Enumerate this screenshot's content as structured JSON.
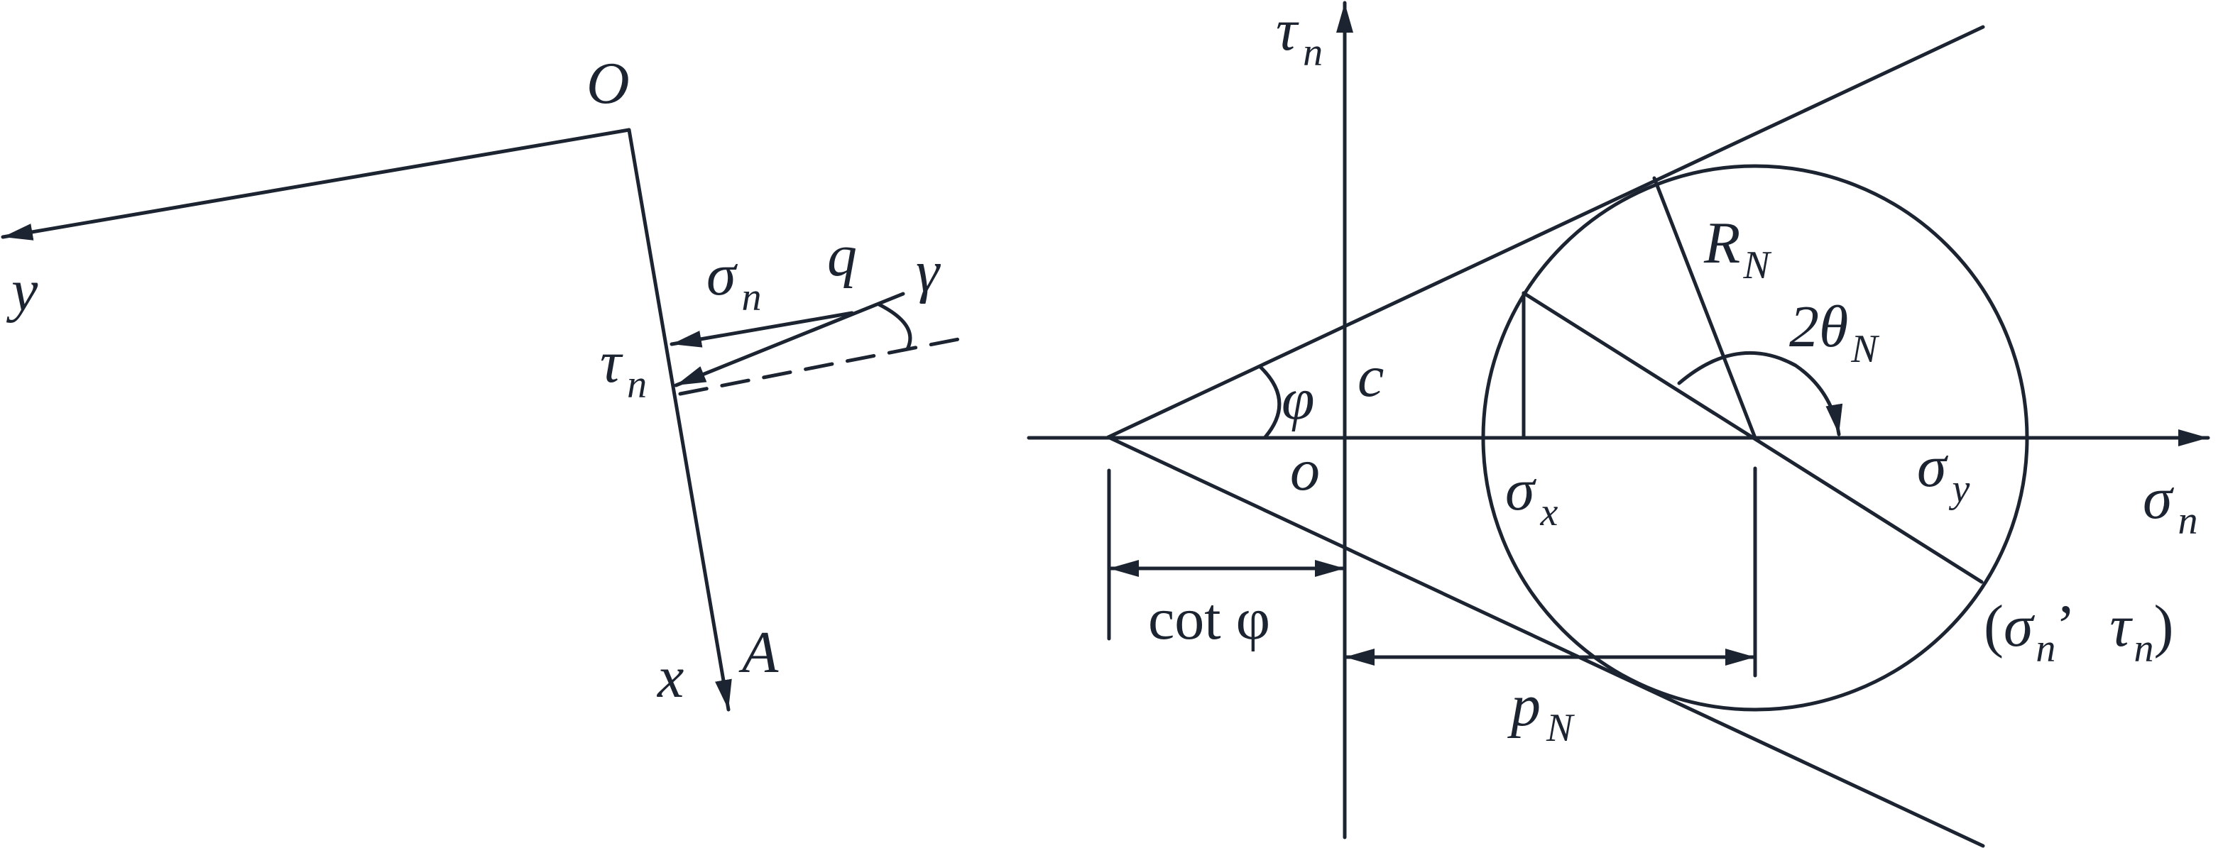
{
  "figure": {
    "left_panel": {
      "origin_label": "O",
      "axis_y_label": "y",
      "axis_x_label": "x",
      "point_a_label": "A",
      "sigma_main": "σ",
      "sigma_sub": "n",
      "tau_main": "τ",
      "tau_sub": "n",
      "q_label": "q",
      "gamma_label": "γ"
    },
    "right_panel": {
      "tau_axis_main": "τ",
      "tau_axis_sub": "n",
      "sigma_axis_main": "σ",
      "sigma_axis_sub": "n",
      "origin_label": "o",
      "phi_label": "φ",
      "c_label": "c",
      "r_main": "R",
      "r_sub": "N",
      "theta_main": "2θ",
      "theta_sub": "N",
      "sigma_x_main": "σ",
      "sigma_x_sub": "x",
      "sigma_y_main": "σ",
      "sigma_y_sub": "y",
      "cot_label": "cot φ",
      "p_main": "p",
      "p_sub": "N",
      "point_open": "(",
      "point_sigma_main": "σ",
      "point_sigma_sub": "n",
      "point_comma": "’",
      "point_tau_main": "τ",
      "point_tau_sub": "n",
      "point_close": ")"
    }
  }
}
